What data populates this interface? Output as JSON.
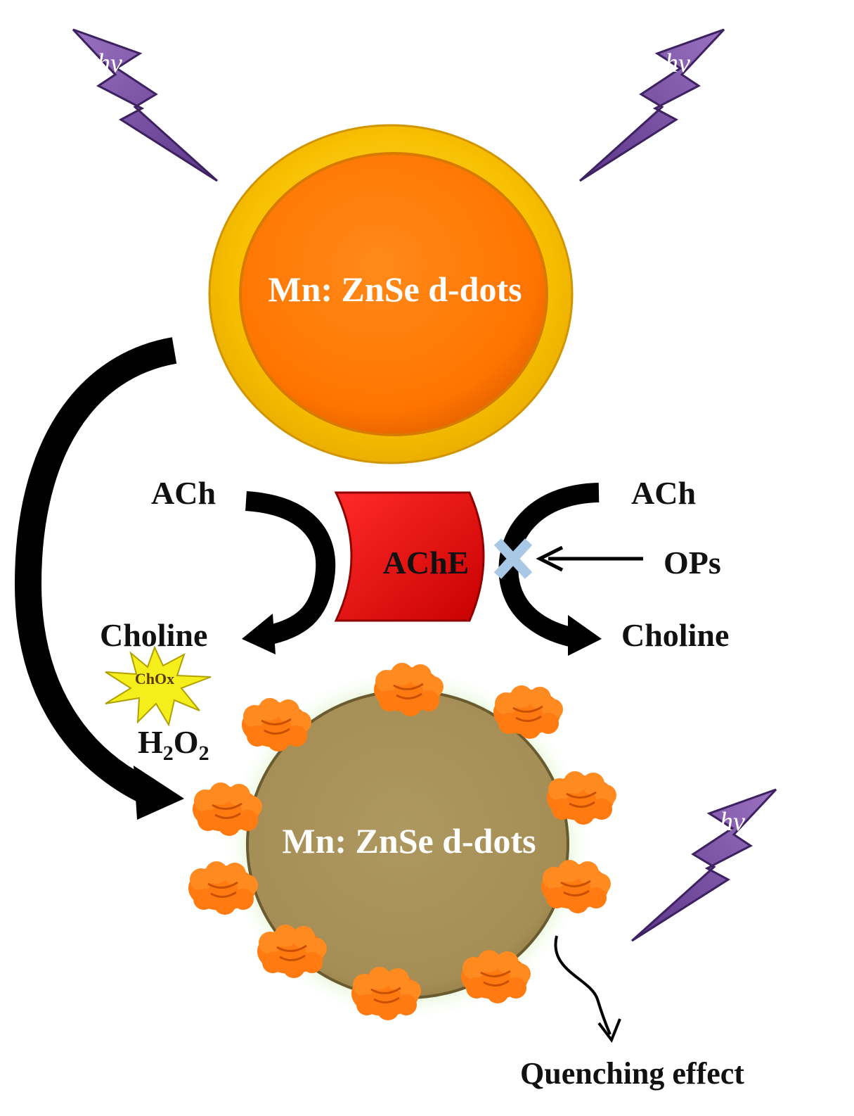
{
  "top_dot": {
    "label": "Mn: ZnSe d-dots"
  },
  "bottom_dot": {
    "label": "Mn: ZnSe d-dots"
  },
  "light": {
    "symbol": "hv"
  },
  "enzyme": {
    "label": "AChE"
  },
  "left_branch": {
    "substrate": "ACh",
    "product": "Choline",
    "oxidase": "ChOx",
    "peroxide_main": "H",
    "peroxide_sub1": "2",
    "peroxide_mid": "O",
    "peroxide_sub2": "2"
  },
  "right_branch": {
    "substrate": "ACh",
    "inhibitor": "OPs",
    "product": "Choline"
  },
  "result": {
    "label": "Quenching effect"
  },
  "colors": {
    "dot_top": "#ff7a00",
    "dot_rim": "#f5b400",
    "dot_bottom": "#a8925a",
    "bolt": "#7a4fa0",
    "enzyme": "#e60000",
    "star": "#f2ee1a",
    "glow": "#c8f0a8",
    "blob": "#ff7a10"
  }
}
